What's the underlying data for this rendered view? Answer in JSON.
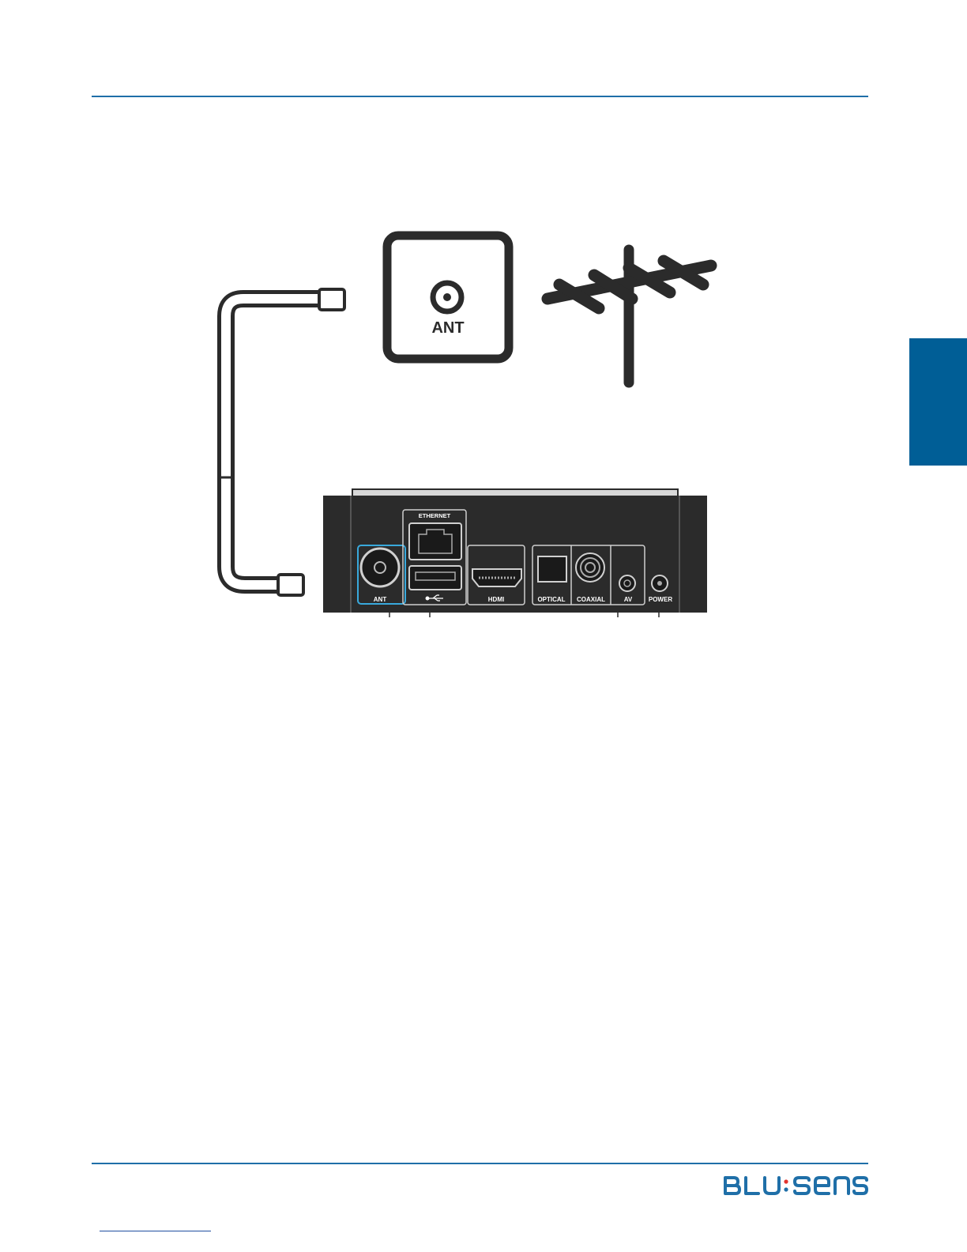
{
  "colors": {
    "accent": "#1f6fa8",
    "side_tab": "#005e96",
    "device": "#2b2b2b",
    "highlight": "#39a9dc"
  },
  "wall_plate": {
    "label": "ANT",
    "icon": "coax-socket-icon"
  },
  "antenna": {
    "icon": "tv-antenna-icon"
  },
  "cable": {
    "icon": "coax-cable-icon"
  },
  "device": {
    "ports": [
      {
        "label": "ETHERNET"
      },
      {
        "label": "ANT"
      },
      {
        "label": "HDMI"
      },
      {
        "label": "OPTICAL"
      },
      {
        "label": "COAXIAL"
      },
      {
        "label": "AV"
      },
      {
        "label": "POWER"
      }
    ],
    "usb_icon": "usb-icon"
  },
  "logo": {
    "text": "BLU:SENS"
  }
}
